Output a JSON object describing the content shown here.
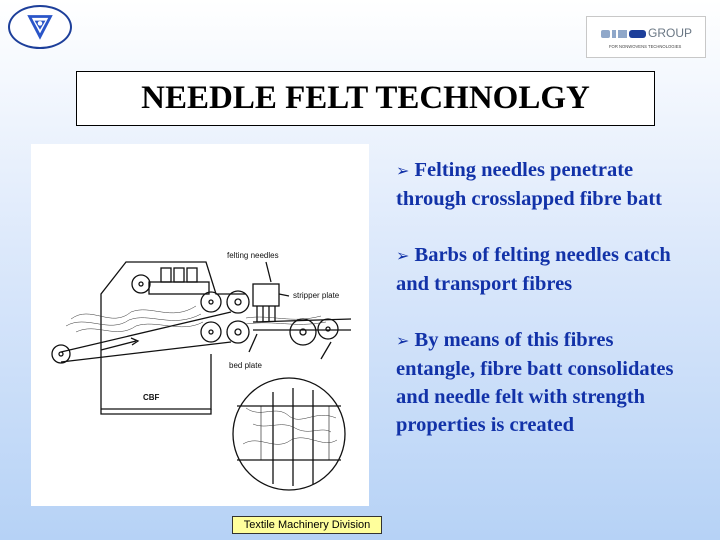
{
  "logos": {
    "left_icon": "tvu-triangle-logo",
    "right_brand": "DILO",
    "right_word": "GROUP",
    "right_tagline": "FOR NONWOVENS TECHNOLOGIES"
  },
  "title": "NEEDLE FELT TECHNOLGY",
  "figure": {
    "labels": {
      "felting_needles": "felting needles",
      "stripper_plate": "stripper plate",
      "bed_plate": "bed plate",
      "machine_code": "CBF"
    }
  },
  "bullets": [
    {
      "marker": "➢",
      "text": "Felting needles penetrate through crosslapped fibre batt"
    },
    {
      "marker": "➢",
      "text": "Barbs of felting needles catch and transport fibres"
    },
    {
      "marker": "➢",
      "text": "By means of this  fibres entangle, fibre batt consolidates and needle felt with strength properties is created"
    }
  ],
  "footer": "Textile Machinery Division",
  "colors": {
    "bullet_text": "#1232a8",
    "footer_bg": "#ffff9c",
    "logo_blue": "#1d3f9a"
  }
}
